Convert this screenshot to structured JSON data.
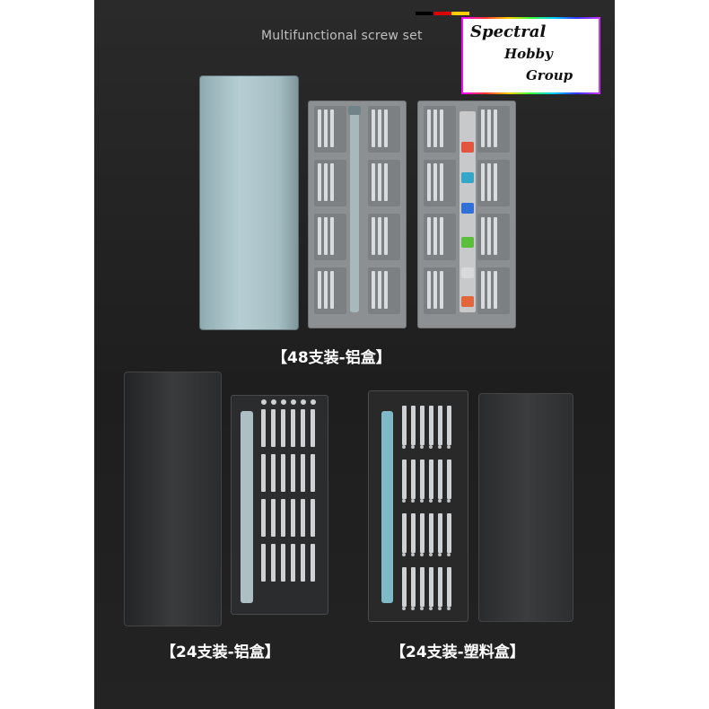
{
  "header": {
    "title": "Multifunctional screw set"
  },
  "logo": {
    "line1": "Spectral",
    "line2": "Hobby",
    "line3": "Group"
  },
  "captions": {
    "top": "【48支装-铝盒】",
    "bottom_left": "【24支装-铝盒】",
    "bottom_right": "【24支装-塑料盒】"
  },
  "colors": {
    "background": "#222222",
    "lid_top": "#a9c3c8",
    "tray_top": "#8e9193",
    "tray_bottom_left": "#2c2d2f",
    "tray_bottom_right": "#2a2a2b",
    "lid_bottom": "#333436",
    "flag": [
      "#000000",
      "#dd0000",
      "#ffce00"
    ]
  }
}
